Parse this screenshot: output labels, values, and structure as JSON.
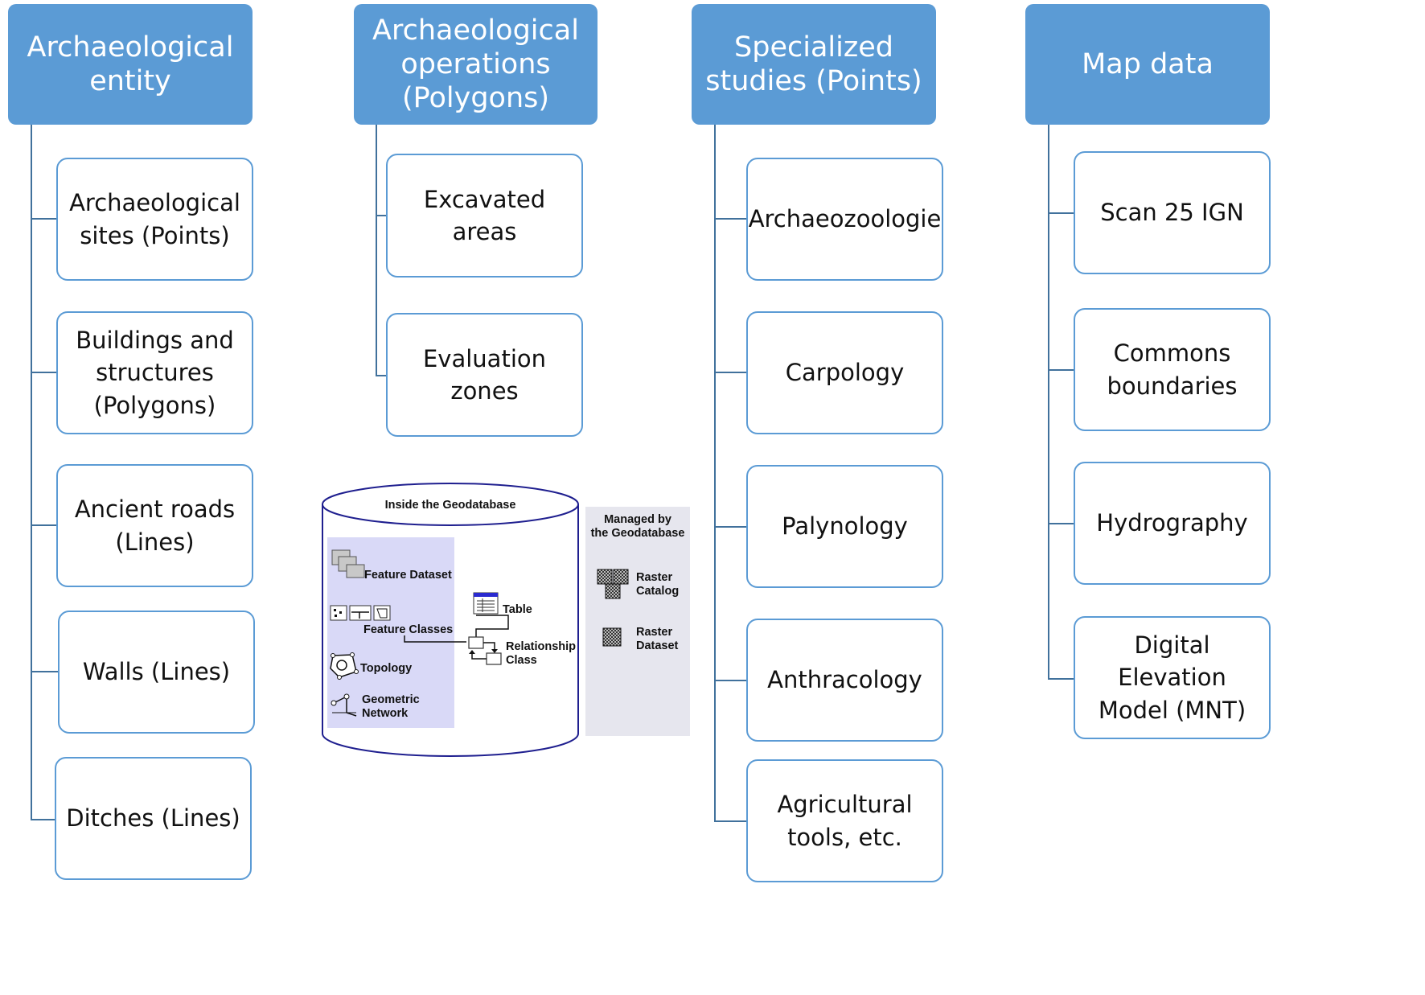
{
  "columns": [
    {
      "header": "Archaeological\nentity",
      "items": [
        "Archaeological\nsites (Points)",
        "Buildings and\nstructures\n(Polygons)",
        "Ancient roads\n(Lines)",
        "Walls (Lines)",
        "Ditches (Lines)"
      ]
    },
    {
      "header": "Archaeological\noperations\n(Polygons)",
      "items": [
        "Excavated areas",
        "Evaluation zones"
      ]
    },
    {
      "header": "Specialized\nstudies (Points)",
      "items": [
        "Archaeozoologie",
        "Carpology",
        "Palynology",
        "Anthracology",
        "Agricultural\ntools, etc."
      ]
    },
    {
      "header": "Map data",
      "items": [
        "Scan 25 IGN",
        "Commons\nboundaries",
        "Hydrography",
        "Digital Elevation\nModel (MNT)"
      ]
    }
  ],
  "geodatabase": {
    "title": "Inside the Geodatabase",
    "feature_dataset": "Feature Dataset",
    "feature_classes": "Feature Classes",
    "topology": "Topology",
    "geometric_network": "Geometric\nNetwork",
    "table": "Table",
    "relationship_class": "Relationship\nClass",
    "managed_title": "Managed by\nthe Geodatabase",
    "raster_catalog": "Raster\nCatalog",
    "raster_dataset": "Raster\nDataset"
  },
  "colors": {
    "header_fill": "#5b9bd5",
    "node_border": "#5b9bd5",
    "connector": "#41719c",
    "cylinder_outline": "#1f1f8f",
    "panel_fill": "#d9d9f7",
    "managed_fill": "#e6e6ee"
  }
}
